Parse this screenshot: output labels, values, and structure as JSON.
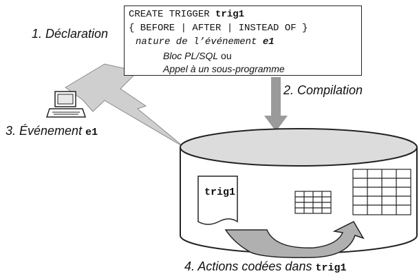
{
  "code": {
    "line1_prefix": "CREATE TRIGGER ",
    "line1_name": "trig1",
    "line2": "{ BEFORE | AFTER | INSTEAD OF }",
    "line3_prefix": "nature de l’événement ",
    "line3_event": "e1",
    "line4_main": "Bloc PL/SQL",
    "line4_suffix": " ou",
    "line5": "Appel à un sous-programme"
  },
  "steps": {
    "declaration": "1. Déclaration",
    "compilation": "2. Compilation",
    "event_prefix": "3. Événement ",
    "event_name": "e1",
    "actions_prefix": "4. Actions codées dans ",
    "actions_name": "trig1"
  },
  "database": {
    "document_label": "trig1"
  },
  "colors": {
    "arrow_gray": "#9a9a9a",
    "bolt_gray": "#c8c8c8",
    "outline": "#222222"
  },
  "icons": {
    "computer": "computer-icon",
    "lightning": "lightning-bolt-icon",
    "database": "database-cylinder-icon",
    "table": "table-grid-icon",
    "document": "document-icon"
  }
}
